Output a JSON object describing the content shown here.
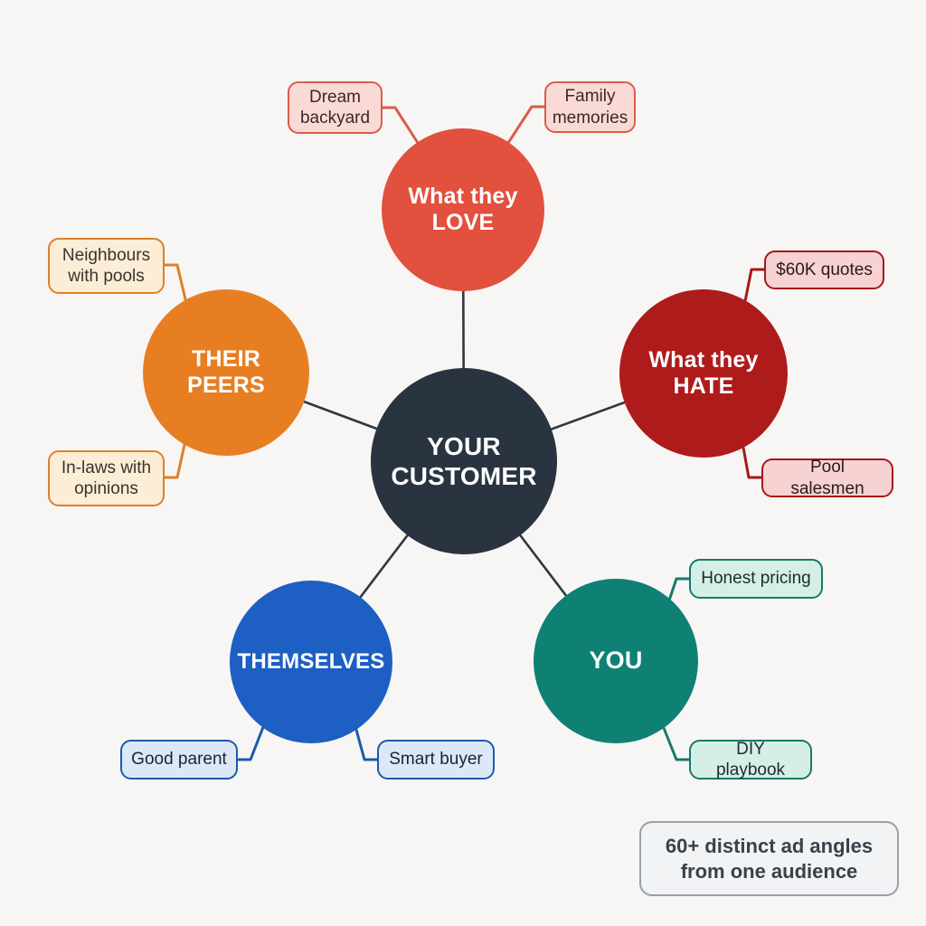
{
  "center": {
    "line1": "YOUR",
    "line2": "CUSTOMER"
  },
  "circles": {
    "love": {
      "line1": "What they",
      "line2": "LOVE"
    },
    "hate": {
      "line1": "What they",
      "line2": "HATE"
    },
    "peers": {
      "line1": "THEIR",
      "line2": "PEERS"
    },
    "themselves": {
      "line1": "THEMSELVES"
    },
    "you": {
      "line1": "YOU"
    }
  },
  "leaves": {
    "dream": "Dream backyard",
    "family": "Family memories",
    "neighbours": "Neighbours with pools",
    "inlaws": "In-laws with opinions",
    "quotes": "$60K quotes",
    "salesmen": "Pool salesmen",
    "good_parent": "Good parent",
    "smart_buyer": "Smart buyer",
    "honest": "Honest pricing",
    "diy": "DIY playbook"
  },
  "footer": {
    "line1": "60+ distinct ad angles",
    "line2": "from one audience"
  },
  "colors": {
    "background": "#F7F6F4",
    "center_circle": "#2A3440",
    "love_circle": "#E2503E",
    "hate_circle": "#AE1B1B",
    "peers_circle": "#E87E22",
    "themselves_circle": "#1D5FC2",
    "you_circle": "#0E8074",
    "love_leaf_fill": "#F9DAD4",
    "love_leaf_border": "#DB5B4C",
    "hate_leaf_fill": "#F6D2D2",
    "hate_leaf_border": "#A51818",
    "peers_leaf_fill": "#FBEDD6",
    "peers_leaf_border": "#E07E2A",
    "themselves_leaf_fill": "#DCE8F8",
    "themselves_leaf_border": "#1B5AAE",
    "you_leaf_fill": "#D5EFE7",
    "you_leaf_border": "#157A6C",
    "spoke_line": "#2E3742",
    "footer_fill": "#F2F3F4",
    "footer_border": "#9AA0A6"
  }
}
